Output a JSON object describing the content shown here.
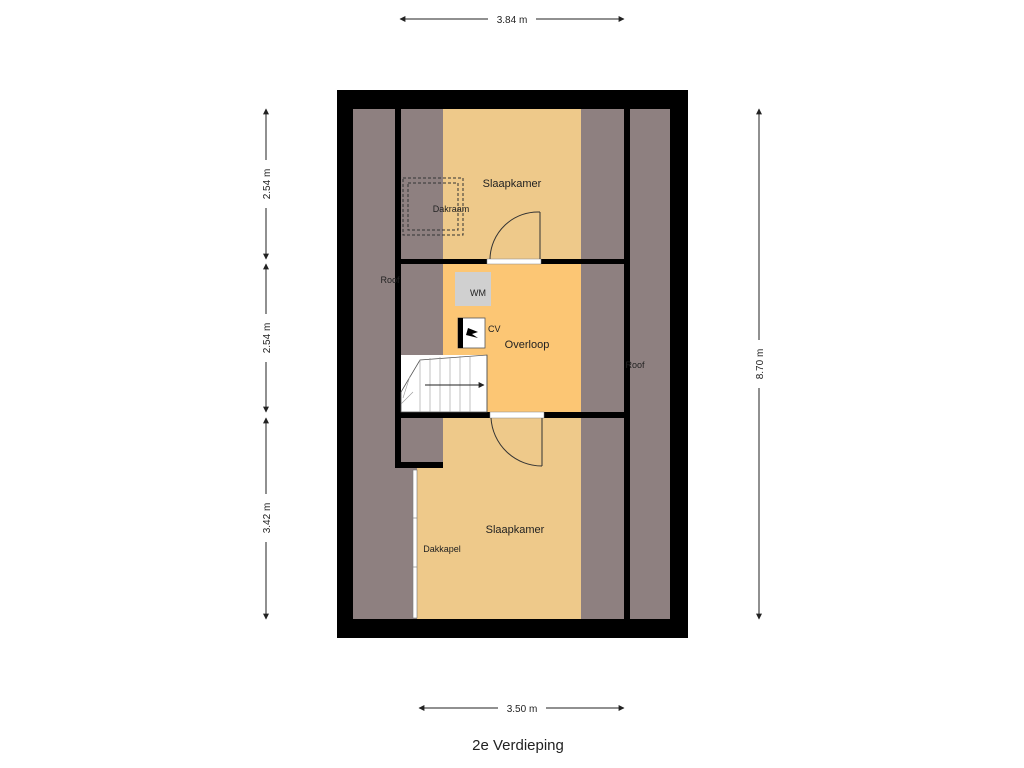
{
  "title": "2e Verdieping",
  "dimensions": {
    "top_width": "3.84 m",
    "bottom_width": "3.50 m",
    "right_height": "8.70 m",
    "left_upper": "2.54 m",
    "left_middle": "2.54 m",
    "left_lower": "3.42 m"
  },
  "rooms": {
    "top_bedroom": "Slaapkamer",
    "landing": "Overloop",
    "bottom_bedroom": "Slaapkamer",
    "roof_left": "Roof",
    "roof_right": "Roof"
  },
  "fixtures": {
    "washing_machine": "WM",
    "boiler": "CV",
    "skylight": "Dakraam",
    "dormer": "Dakkapel"
  },
  "colors": {
    "wall": "#000000",
    "roof": "#8e8080",
    "bedroom": "#eec98a",
    "landing": "#fcc674",
    "appliance": "#d0d0d0"
  }
}
